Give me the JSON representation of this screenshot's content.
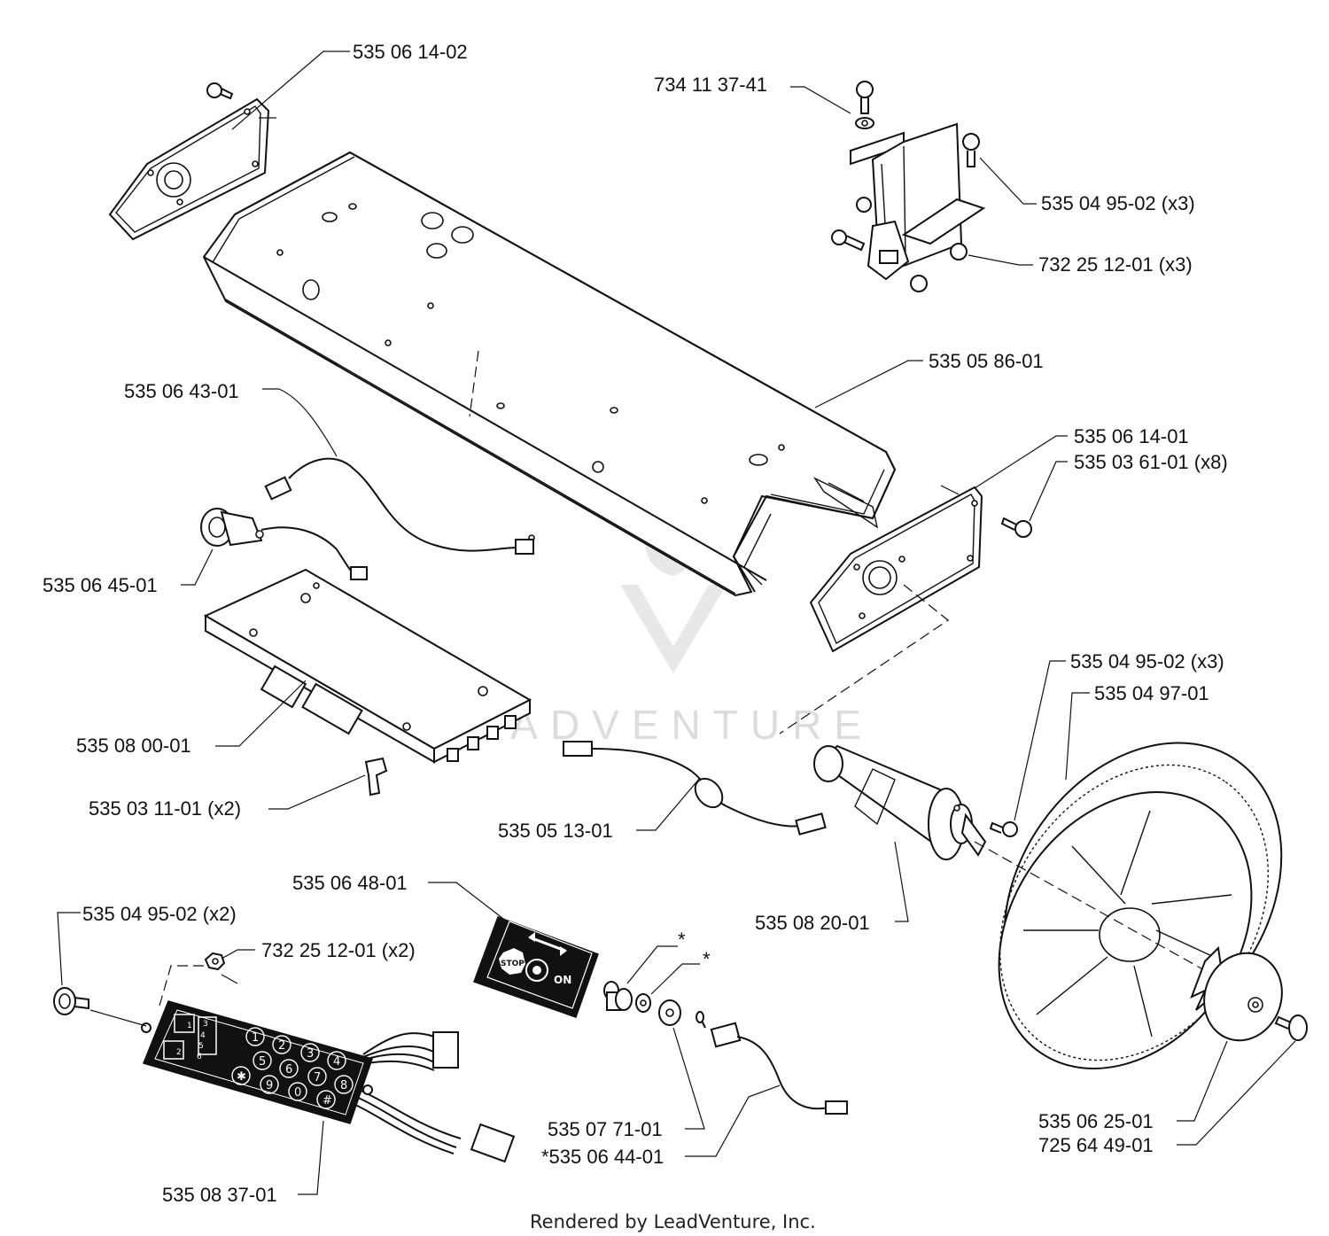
{
  "diagram": {
    "parts": {
      "p_535_06_14_02": "535 06 14-02",
      "p_734_11_37_41": "734 11 37-41",
      "p_535_04_95_02_x3_top": "535 04 95-02 (x3)",
      "p_732_25_12_01_x3": "732 25 12-01 (x3)",
      "p_535_05_86_01": "535 05 86-01",
      "p_535_06_43_01": "535 06 43-01",
      "p_535_06_14_01": "535 06 14-01",
      "p_535_03_61_01_x8": "535 03 61-01 (x8)",
      "p_535_06_45_01": "535 06 45-01",
      "p_535_04_95_02_x3_mid": "535 04 95-02 (x3)",
      "p_535_04_97_01": "535 04 97-01",
      "p_535_08_00_01": "535 08 00-01",
      "p_535_03_11_01_x2": "535 03 11-01 (x2)",
      "p_535_05_13_01": "535 05 13-01",
      "p_535_06_48_01": "535 06 48-01",
      "p_535_08_20_01": "535 08 20-01",
      "p_535_04_95_02_x2": "535 04 95-02 (x2)",
      "p_732_25_12_01_x2": "732 25 12-01 (x2)",
      "p_535_07_71_01": "535 07 71-01",
      "p_535_06_44_01": "*535 06 44-01",
      "p_535_06_25_01": "535 06 25-01",
      "p_725_64_49_01": "725 64 49-01",
      "p_535_08_37_01": "535 08 37-01"
    },
    "asterisk_marks": [
      "*",
      "*"
    ],
    "decal": {
      "stop": "STOP",
      "on": "ON"
    },
    "keypad": {
      "side_keys": [
        "1",
        "2",
        "3",
        "4",
        "5",
        "6"
      ],
      "number_keys": [
        "1",
        "2",
        "3",
        "4",
        "5",
        "6",
        "7",
        "8",
        "9",
        "0",
        "✱",
        "#"
      ]
    },
    "watermark": "LEADVENTURE",
    "footer": "Rendered by LeadVenture, Inc."
  }
}
